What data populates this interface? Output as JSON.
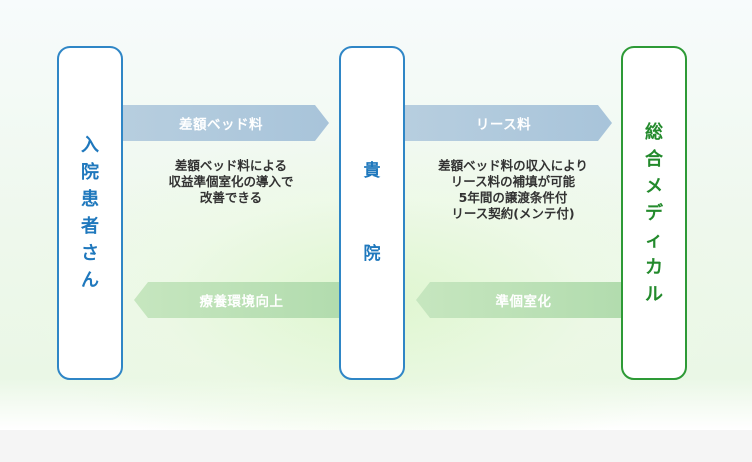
{
  "nodes": {
    "patient": [
      "入",
      "院",
      "患",
      "者",
      "さ",
      "ん"
    ],
    "hospital": [
      "貴",
      "院"
    ],
    "sogo": [
      "総",
      "合",
      "メ",
      "デ",
      "ィ",
      "カ",
      "ル"
    ]
  },
  "arrows": {
    "fee_label": "差額ベッド料",
    "lease_label": "リース料",
    "env_label": "療養環境向上",
    "room_label": "準個室化"
  },
  "descriptions": {
    "left": [
      "差額ベッド料による",
      "収益準個室化の導入で",
      "改善できる"
    ],
    "right": [
      "差額ベッド料の収入により",
      "リース料の補填が可能",
      "5年間の譲渡条件付",
      "リース契約(メンテ付)"
    ]
  },
  "colors": {
    "blue_border": "#2f86c6",
    "green_border": "#2d9a36",
    "arrow_blue": "#a8c4da",
    "arrow_green": "#b2dcae"
  }
}
